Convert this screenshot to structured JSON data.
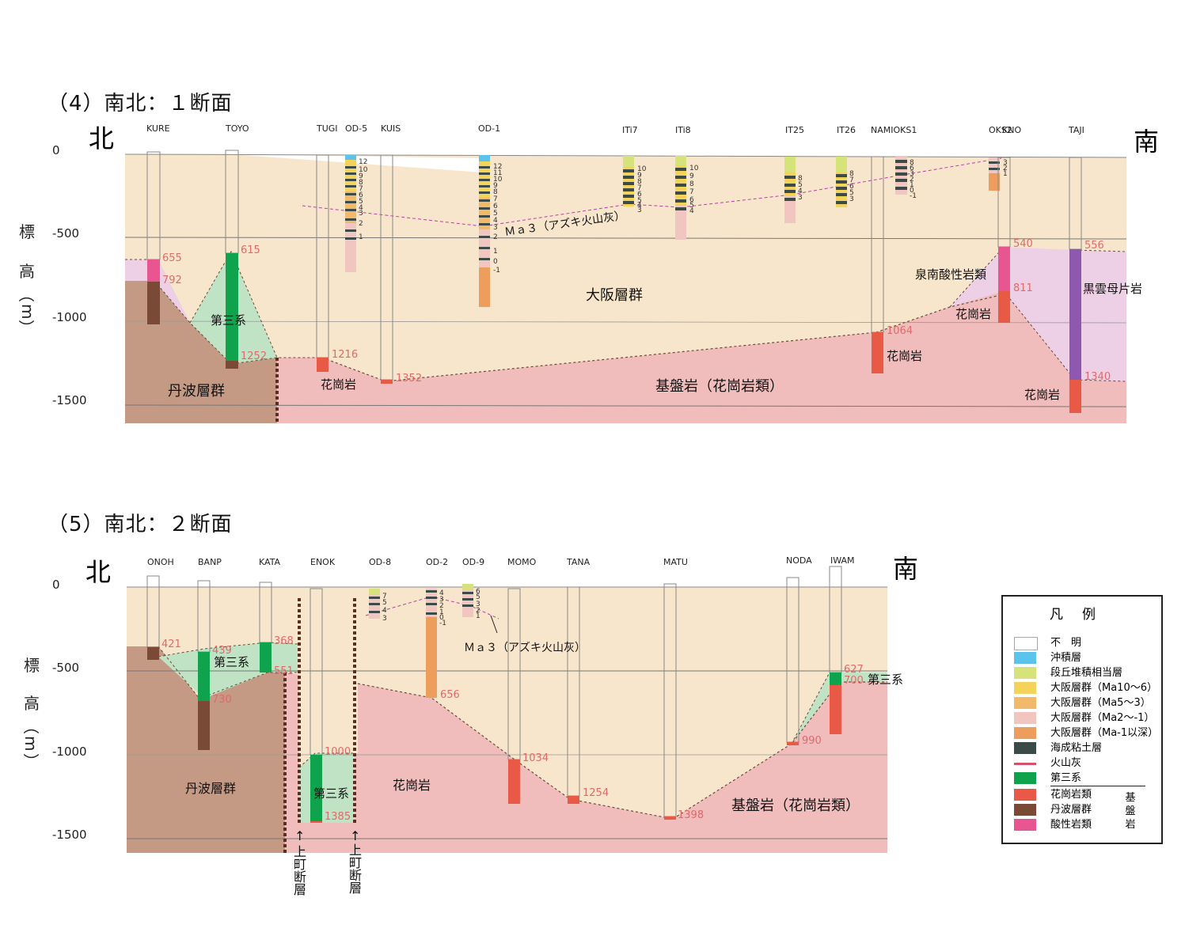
{
  "section1": {
    "title": "（4）南北：１断面",
    "north": "北",
    "south": "南",
    "axis_labels": [
      "標",
      "高",
      "（",
      "m",
      "）"
    ],
    "ticks": [
      "0",
      "-500",
      "-1000",
      "-1500"
    ],
    "boreholes": [
      "KURE",
      "TOYO",
      "TUGI",
      "OD-5",
      "KUIS",
      "OD-1",
      "ITi7",
      "ITi8",
      "IT25",
      "IT26",
      "NAMIOKS1",
      "OKS2",
      "KNO",
      "TAJI"
    ],
    "depths": [
      "655",
      "792",
      "615",
      "1252",
      "1216",
      "1352",
      "1064",
      "540",
      "811",
      "556",
      "1340"
    ],
    "od5_layers": [
      "12",
      "10",
      "9",
      "8",
      "7",
      "6",
      "5",
      "4",
      "3",
      "2",
      "1"
    ],
    "od1_layers": [
      "12",
      "11",
      "10",
      "9",
      "8",
      "7",
      "6",
      "5",
      "4",
      "3",
      "2",
      "1",
      "0",
      "-1"
    ],
    "iti7_layers": [
      "10",
      "9",
      "8",
      "7",
      "6",
      "5",
      "4",
      "3"
    ],
    "iti8_layers": [
      "10",
      "9",
      "8",
      "7",
      "6",
      "5",
      "4"
    ],
    "it25_layers": [
      "8",
      "5",
      "4",
      "3"
    ],
    "it26_layers": [
      "8",
      "7",
      "6",
      "5",
      "3"
    ],
    "nami_layers": [
      "8",
      "6",
      "3",
      "2",
      "1",
      "0",
      "-1"
    ],
    "oks_layers": [
      "3",
      "2",
      "1"
    ],
    "labels": {
      "osaka": "大阪層群",
      "ma3": "Ｍａ３（アズキ火山灰）",
      "tertiary": "第三系",
      "tanba": "丹波層群",
      "granite1": "花崗岩",
      "basement": "基盤岩（花崗岩類）",
      "granite2": "花崗岩",
      "sennan": "泉南酸性岩類",
      "granite3": "花崗岩",
      "schist": "黒雲母片岩",
      "granite4": "花崗岩"
    }
  },
  "section2": {
    "title": "（5）南北：２断面",
    "north": "北",
    "south": "南",
    "axis_labels": [
      "標",
      "高",
      "（",
      "m",
      "）"
    ],
    "ticks": [
      "0",
      "-500",
      "-1000",
      "-1500"
    ],
    "boreholes": [
      "ONOH",
      "BANP",
      "KATA",
      "ENOK",
      "OD-8",
      "OD-2",
      "OD-9",
      "MOMO",
      "TANA",
      "MATU",
      "NODA",
      "IWAM"
    ],
    "depths": [
      "421",
      "439",
      "368",
      "730",
      "551",
      "1000",
      "1385",
      "656",
      "1034",
      "1254",
      "1398",
      "990",
      "627",
      "700"
    ],
    "od8_layers": [
      "7",
      "5",
      "4",
      "3"
    ],
    "od2_layers": [
      "4",
      "3",
      "2",
      "1",
      "0",
      "-1"
    ],
    "od9_layers": [
      "6",
      "5",
      "3",
      "2",
      "1"
    ],
    "labels": {
      "tertiary1": "第三系",
      "tanba": "丹波層群",
      "tertiary2": "第三系",
      "granite": "花崗岩",
      "ma3": "Ｍａ３（アズキ火山灰）",
      "basement": "基盤岩（花崗岩類）",
      "tertiary3": "第三系",
      "fault1": "上町断層",
      "fault2": "上町断層"
    }
  },
  "legend": {
    "title": "凡例",
    "items": [
      {
        "label": "不　明",
        "color": "#ffffff"
      },
      {
        "label": "沖積層",
        "color": "#5cc3ea"
      },
      {
        "label": "段丘堆積相当層",
        "color": "#d6e27a"
      },
      {
        "label": "大阪層群（Ma10～6）",
        "color": "#f3d35a"
      },
      {
        "label": "大阪層群（Ma5～3）",
        "color": "#f1b96a"
      },
      {
        "label": "大阪層群（Ma2～-1）",
        "color": "#f2c6c0"
      },
      {
        "label": "大阪層群（Ma-1以深）",
        "color": "#ee9e5c"
      },
      {
        "label": "海成粘土層",
        "color": "#3c4a48"
      },
      {
        "label": "火山灰",
        "color": "#d55070"
      },
      {
        "label": "第三系",
        "color": "#10a34e"
      },
      {
        "label": "花崗岩類",
        "color": "#e85a46"
      },
      {
        "label": "丹波層群",
        "color": "#7a4a36"
      },
      {
        "label": "酸性岩類",
        "color": "#e85590"
      }
    ],
    "kiban": "基盤岩"
  },
  "colors": {
    "osaka": "#f7e6cc",
    "basement": "#f0bcbc",
    "tanba": "#c49a85",
    "tertiary": "#bfe3c4",
    "acidic": "#eed0e6",
    "depth_text": "#e06a6a",
    "ma3_line": "#c03ca8"
  }
}
